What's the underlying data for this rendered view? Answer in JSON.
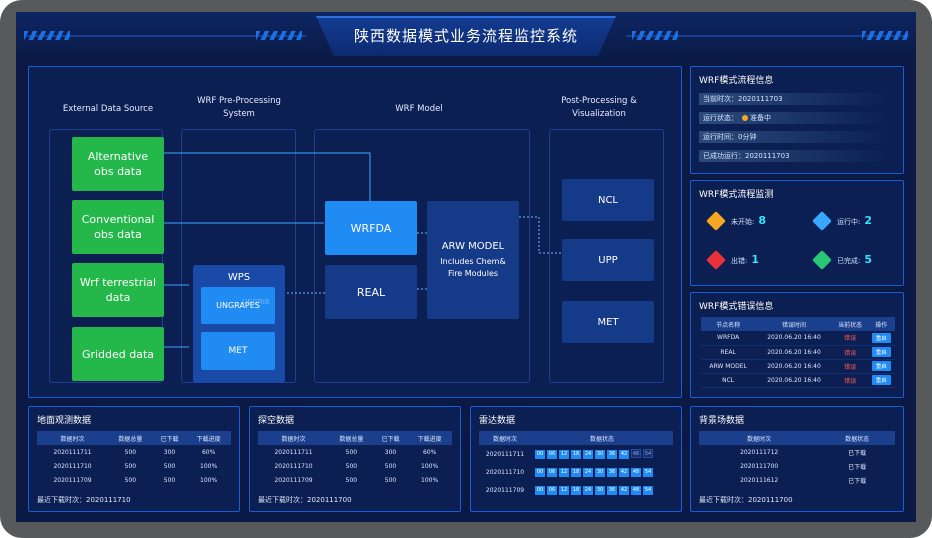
{
  "title": "陕西数据模式业务流程监控系统",
  "flow": {
    "cols": {
      "external": "External Data Source",
      "wrf_pre": "WRF Pre-Processing\nSystem",
      "wrf_model": "WRF Model",
      "post": "Post-Processing &\nVisualization"
    },
    "sources": [
      "Alternative\nobs data",
      "Conventional\nobs data",
      "Wrf terrestrial\ndata",
      "Gridded data"
    ],
    "wps": {
      "title": "WPS",
      "ungrib": "UNGRAPES",
      "geogrid": "UNGRIB",
      "met": "MET"
    },
    "wrfda": "WRFDA",
    "real": "REAL",
    "arw_title": "ARW MODEL",
    "arw_sub": "Includes Chem&\nFire Modules",
    "post_items": [
      "NCL",
      "UPP",
      "MET"
    ]
  },
  "info": {
    "title": "WRF模式流程信息",
    "current_label": "当前时次：",
    "current_value": "2020111703",
    "status_label": "运行状态：",
    "status_value": "准备中",
    "runtime_label": "运行时间：",
    "runtime_value": "0分钟",
    "success_label": "已成功运行：",
    "success_value": "2020111703"
  },
  "monitor": {
    "title": "WRF模式流程监测",
    "items": [
      {
        "label": "未开始:",
        "count": "8",
        "color": "#f5a623"
      },
      {
        "label": "运行中:",
        "count": "2",
        "color": "#3aa8ff"
      },
      {
        "label": "出错:",
        "count": "1",
        "color": "#e8323a"
      },
      {
        "label": "已完成:",
        "count": "5",
        "color": "#27c777"
      }
    ]
  },
  "errors": {
    "title": "WRF模式错误信息",
    "headers": [
      "节点名称",
      "错误时间",
      "当前状态",
      "操作"
    ],
    "rows": [
      [
        "WRFDA",
        "2020.06.20  16:40",
        "错误",
        "重启"
      ],
      [
        "REAL",
        "2020.06.20  16:40",
        "错误",
        "重启"
      ],
      [
        "ARW MODEL",
        "2020.06.20  16:40",
        "错误",
        "重启"
      ],
      [
        "NCL",
        "2020.06.20  16:40",
        "错误",
        "重启"
      ]
    ]
  },
  "ground": {
    "title": "地面观测数据",
    "headers": [
      "数据时次",
      "数据总量",
      "已下载",
      "下载进度"
    ],
    "rows": [
      [
        "2020111711",
        "500",
        "300",
        "60%"
      ],
      [
        "2020111710",
        "500",
        "500",
        "100%"
      ],
      [
        "2020111709",
        "500",
        "500",
        "100%"
      ]
    ],
    "footer": "最近下载时次：2020111710"
  },
  "sounding": {
    "title": "探空数据",
    "headers": [
      "数据时次",
      "数据总量",
      "已下载",
      "下载进度"
    ],
    "rows": [
      [
        "2020111711",
        "500",
        "300",
        "60%"
      ],
      [
        "2020111710",
        "500",
        "500",
        "100%"
      ],
      [
        "2020111709",
        "500",
        "500",
        "100%"
      ]
    ],
    "footer": "最近下载时次：2020111700"
  },
  "radar": {
    "title": "雷达数据",
    "headers": [
      "数据时次",
      "数据状态"
    ],
    "rows": [
      {
        "time": "2020111711",
        "cells": [
          "00",
          "06",
          "12",
          "18",
          "24",
          "30",
          "36",
          "42",
          "48",
          "54"
        ],
        "done": 8
      },
      {
        "time": "2020111710",
        "cells": [
          "00",
          "06",
          "12",
          "18",
          "24",
          "30",
          "36",
          "42",
          "48",
          "54"
        ],
        "done": 10
      },
      {
        "time": "2020111709",
        "cells": [
          "00",
          "06",
          "12",
          "18",
          "24",
          "30",
          "36",
          "42",
          "48",
          "54"
        ],
        "done": 10
      }
    ]
  },
  "background": {
    "title": "背景场数据",
    "headers": [
      "数据时次",
      "数据状态"
    ],
    "rows": [
      [
        "2020111712",
        "已下载"
      ],
      [
        "2020111700",
        "已下载"
      ],
      [
        "2020111612",
        "已下载"
      ]
    ],
    "footer": "最近下载时次：2020111700"
  }
}
